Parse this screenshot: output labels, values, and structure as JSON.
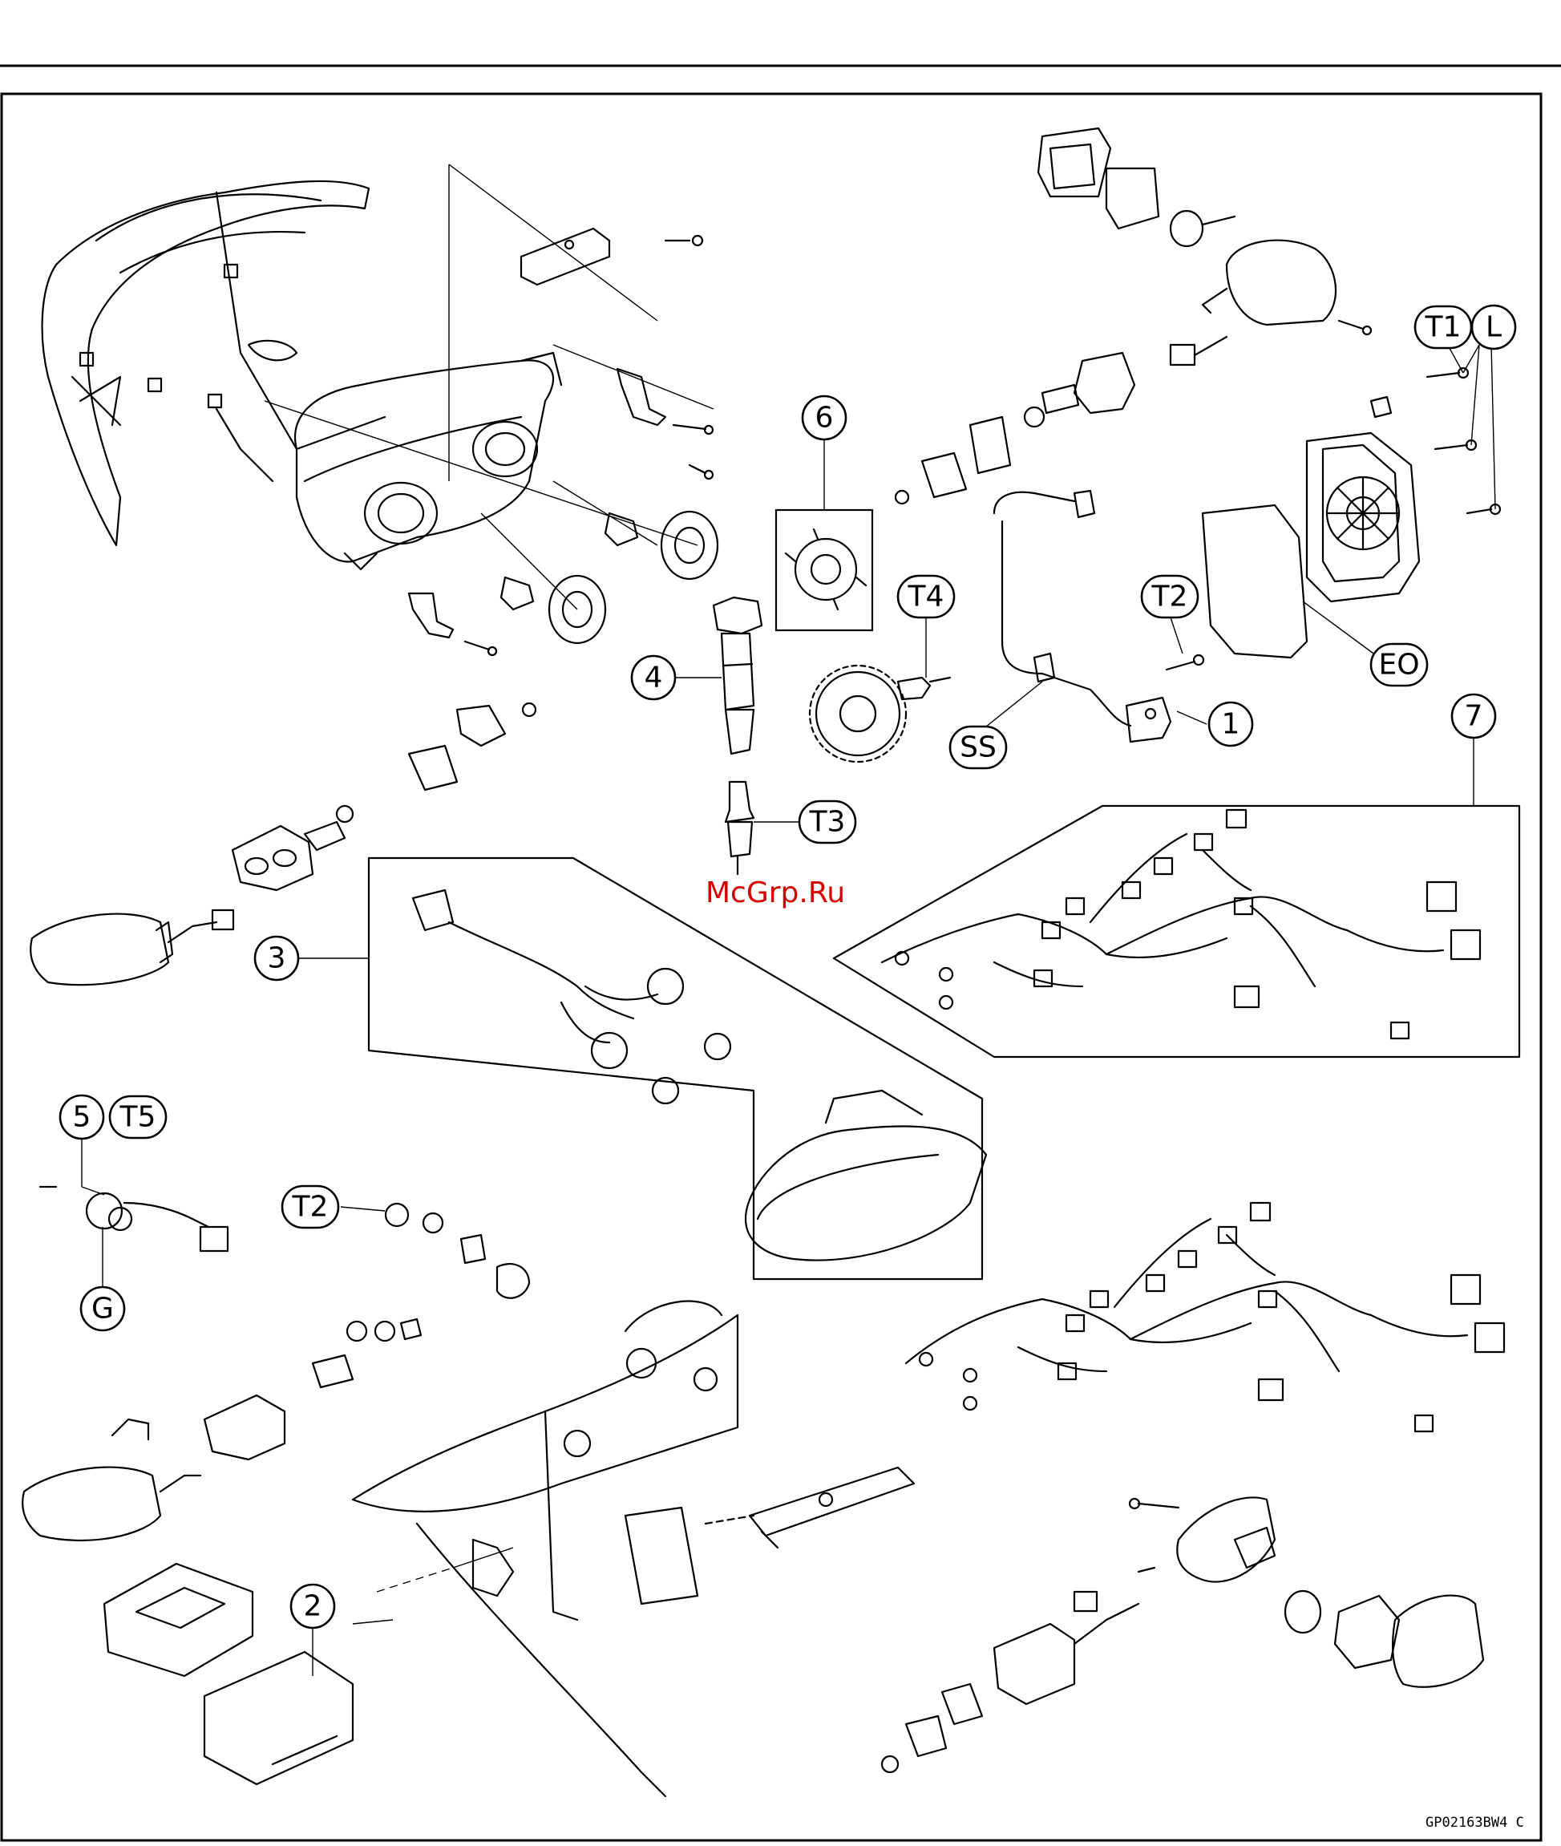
{
  "watermark": "McGrp.Ru",
  "figure_id": "GP02163BW4 C",
  "callouts": {
    "c1": "1",
    "c2": "2",
    "c3": "3",
    "c4": "4",
    "c5": "5",
    "c6": "6",
    "c7": "7",
    "t1": "T1",
    "t2a": "T2",
    "t2b": "T2",
    "t3": "T3",
    "t4": "T4",
    "t5": "T5",
    "l": "L",
    "eo": "EO",
    "ss": "SS",
    "g": "G"
  }
}
